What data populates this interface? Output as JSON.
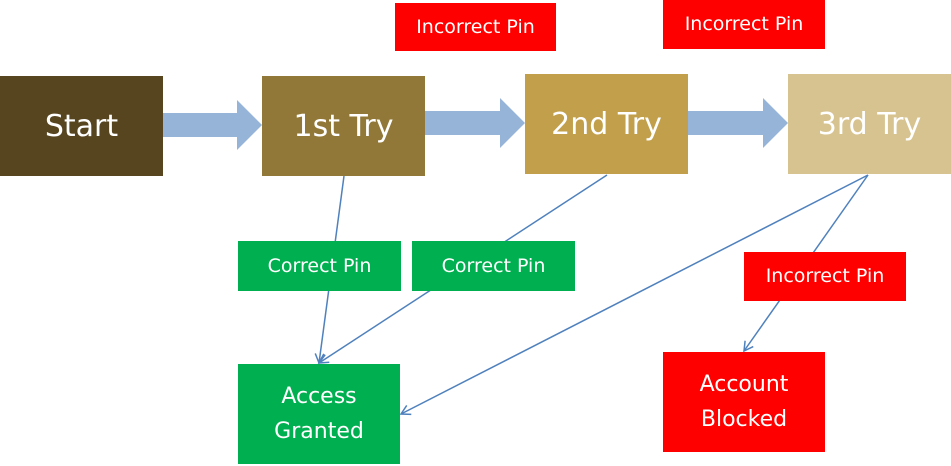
{
  "colors": {
    "start": "#574520",
    "try1": "#927838",
    "try2": "#c19f4b",
    "try3": "#d7c38f",
    "incorrect": "#ff0000",
    "correct": "#00b050",
    "block_arrow": "#96b3d8",
    "connector": "#4f81bd"
  },
  "stages": {
    "start": "Start",
    "try1": "1st Try",
    "try2": "2nd Try",
    "try3": "3rd Try"
  },
  "labels": {
    "incorrect_1": "Incorrect Pin",
    "incorrect_2": "Incorrect Pin",
    "incorrect_3": "Incorrect Pin",
    "correct_1": "Correct Pin",
    "correct_2": "Correct Pin"
  },
  "outcomes": {
    "access_granted": "Access Granted",
    "account_blocked": "Account Blocked"
  }
}
